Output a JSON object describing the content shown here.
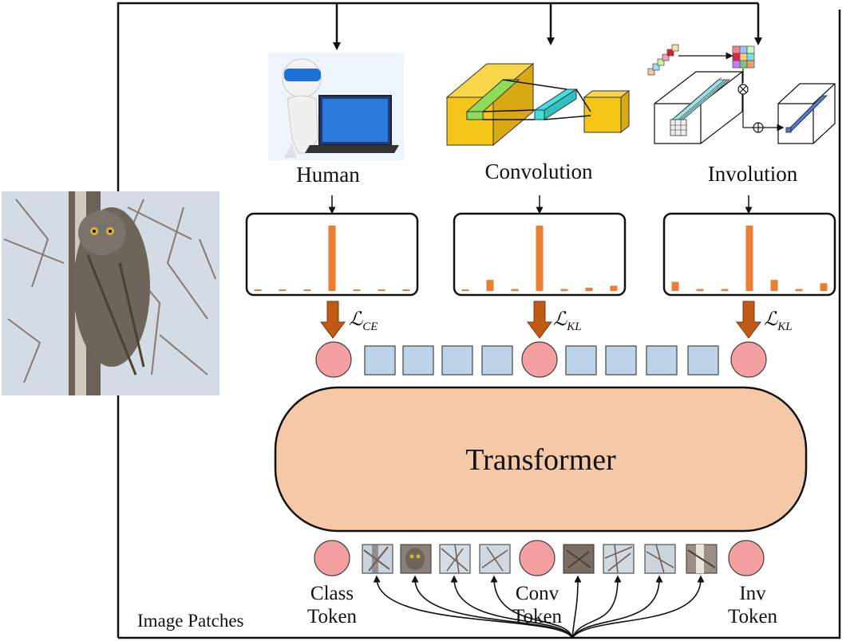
{
  "labels": {
    "human": "Human",
    "convolution": "Convolution",
    "involution": "Involution",
    "transformer": "Transformer",
    "image_patches": "Image Patches",
    "class_token_1": "Class",
    "class_token_2": "Token",
    "conv_token_1": "Conv",
    "conv_token_2": "Token",
    "inv_token_1": "Inv",
    "inv_token_2": "Token"
  },
  "losses": {
    "human": {
      "symbol": "ℒ",
      "sub": "CE"
    },
    "conv": {
      "symbol": "ℒ",
      "sub": "KL"
    },
    "inv": {
      "symbol": "ℒ",
      "sub": "KL"
    }
  },
  "colors": {
    "token_circle": "#f4a0a0",
    "patch_square": "#bcd3ea",
    "transformer_fill": "#f5c8a8",
    "bar": "#ed7d31",
    "loss_arrow": "#c05a14",
    "block_yellow": "#f5c518",
    "block_cyan": "#3fe0e0",
    "block_green": "#8fdc5a",
    "involution_blue": "#4f7fbf"
  },
  "distributions": {
    "human": [
      0.02,
      0.02,
      0.02,
      1.0,
      0.02,
      0.02,
      0.02
    ],
    "conv": [
      0.02,
      0.17,
      0.03,
      1.0,
      0.03,
      0.05,
      0.08
    ],
    "inv": [
      0.14,
      0.03,
      0.03,
      1.0,
      0.17,
      0.03,
      0.12
    ]
  }
}
